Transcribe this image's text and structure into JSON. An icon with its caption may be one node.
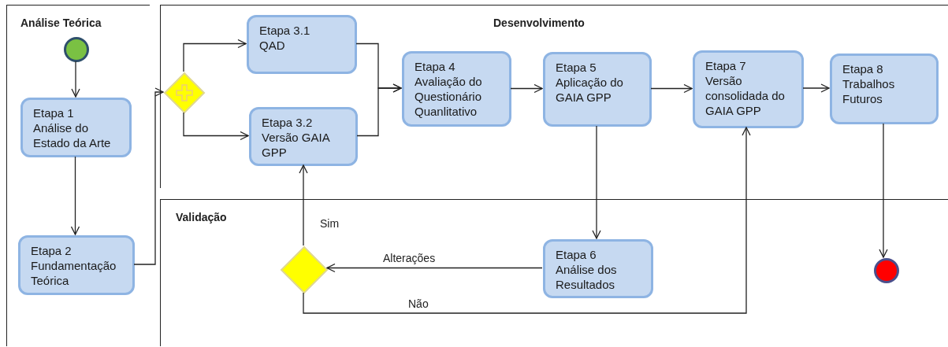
{
  "diagram": {
    "nodes": [
      {
        "text": [
          "Análise Teórica"
        ]
      },
      {
        "text": [],
        "shape": "circle",
        "in": 0
      },
      {
        "text": [
          "Etapa 1",
          "Análise do Estado da Arte"
        ],
        "in": 0
      },
      {
        "text": [
          "Etapa 2",
          "Fundamentação Teórica"
        ],
        "in": 0
      },
      {
        "text": [
          "Desenvolvimento"
        ]
      },
      {
        "text": [],
        "shape": "diamond",
        "in": 4
      },
      {
        "text": [
          "Etapa 3.1",
          "QAD"
        ],
        "in": 4
      },
      {
        "text": [
          "Etapa 3.2",
          "Versão GAIA GPP"
        ],
        "in": 4
      },
      {
        "text": [
          "Etapa 4",
          "Avaliação do Questionário Quanlitativo"
        ],
        "in": 4
      },
      {
        "text": [
          "Etapa 5",
          "Aplicação do GAIA GPP"
        ],
        "in": 4
      },
      {
        "text": [
          "Etapa 7",
          "Versão consolidada do GAIA GPP"
        ],
        "in": 4
      },
      {
        "text": [
          "Etapa 8",
          "Trabalhos Futuros"
        ],
        "in": 4
      },
      {
        "text": [
          "Validação"
        ]
      },
      {
        "text": [],
        "shape": "diamond",
        "in": 12
      },
      {
        "text": [
          "Etapa 6",
          "Análise dos Resultados"
        ],
        "in": 12
      },
      {
        "text": [],
        "shape": "circle",
        "in": 12
      }
    ],
    "edges": [
      {
        "from": 1,
        "to": 2,
        "arrow": "to"
      },
      {
        "from": 2,
        "to": 3,
        "arrow": "to"
      },
      {
        "from": 3,
        "to": 5,
        "arrow": "to"
      },
      {
        "from": 5,
        "to": 6,
        "arrow": "to"
      },
      {
        "from": 5,
        "to": 7,
        "arrow": "to"
      },
      {
        "from": 6,
        "to": 8,
        "arrow": "to"
      },
      {
        "from": 7,
        "to": 8,
        "arrow": "to"
      },
      {
        "from": 8,
        "to": 9,
        "arrow": "to"
      },
      {
        "from": 9,
        "to": 10,
        "arrow": "to"
      },
      {
        "from": 10,
        "to": 11,
        "arrow": "to"
      },
      {
        "from": 9,
        "to": 14,
        "arrow": "to"
      },
      {
        "from": 14,
        "to": 13,
        "arrow": "to",
        "label": "Alterações"
      },
      {
        "from": 13,
        "to": 7,
        "arrow": "to",
        "label": "Sim"
      },
      {
        "from": 13,
        "to": 10,
        "arrow": "to",
        "label": "Não"
      },
      {
        "from": 11,
        "to": 15,
        "arrow": "to"
      }
    ]
  }
}
